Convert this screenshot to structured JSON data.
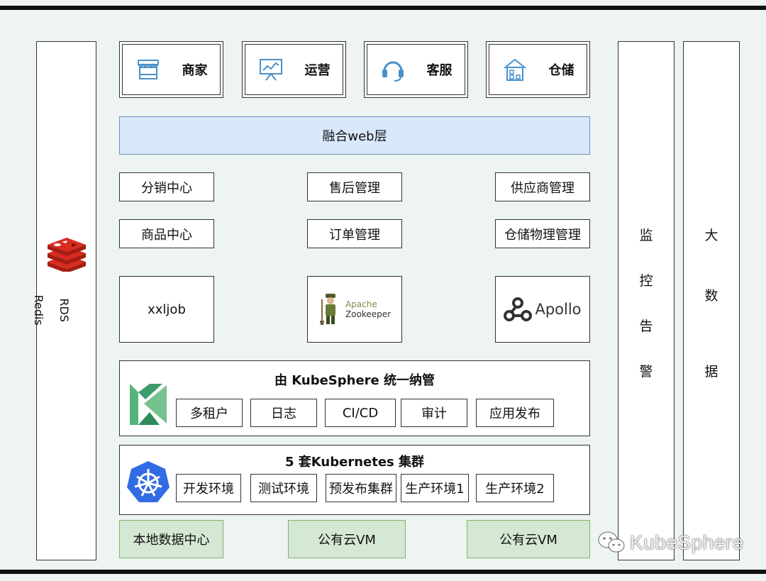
{
  "roles": [
    {
      "label": "商家",
      "icon": "store-icon"
    },
    {
      "label": "运营",
      "icon": "presentation-chart-icon"
    },
    {
      "label": "客服",
      "icon": "headset-icon"
    },
    {
      "label": "仓储",
      "icon": "warehouse-house-icon"
    }
  ],
  "web_layer": "融合web层",
  "services_row1": [
    "分销中心",
    "售后管理",
    "供应商管理"
  ],
  "services_row2": [
    "商品中心",
    "订单管理",
    "仓储物理管理"
  ],
  "components": {
    "xxljob": "xxljob",
    "zookeeper_line1": "Apache",
    "zookeeper_line2": "Zookeeper",
    "apollo": "Apollo"
  },
  "left_bar": {
    "line1": "RDS",
    "line2": "Redis"
  },
  "monitor": [
    "监",
    "控",
    "告",
    "警"
  ],
  "bigdata": [
    "大",
    "数",
    "据"
  ],
  "kubesphere": {
    "title": "由 KubeSphere 统一纳管",
    "items": [
      "多租户",
      "日志",
      "CI/CD",
      "审计",
      "应用发布"
    ]
  },
  "kubernetes": {
    "title": "5 套Kubernetes 集群",
    "items": [
      "开发环境",
      "测试环境",
      "预发布集群",
      "生产环境1",
      "生产环境2"
    ]
  },
  "infra": [
    "本地数据中心",
    "公有云VM",
    "公有云VM"
  ],
  "watermark": "KubeSphere",
  "colors": {
    "web_layer_fill": "#dae8fc",
    "infra_fill": "#d5e8d4",
    "kubernetes_blue": "#326ce5",
    "kubesphere_green": "#3d9c6b",
    "redis_red": "#c6302b",
    "icon_blue": "#4a90c8"
  }
}
